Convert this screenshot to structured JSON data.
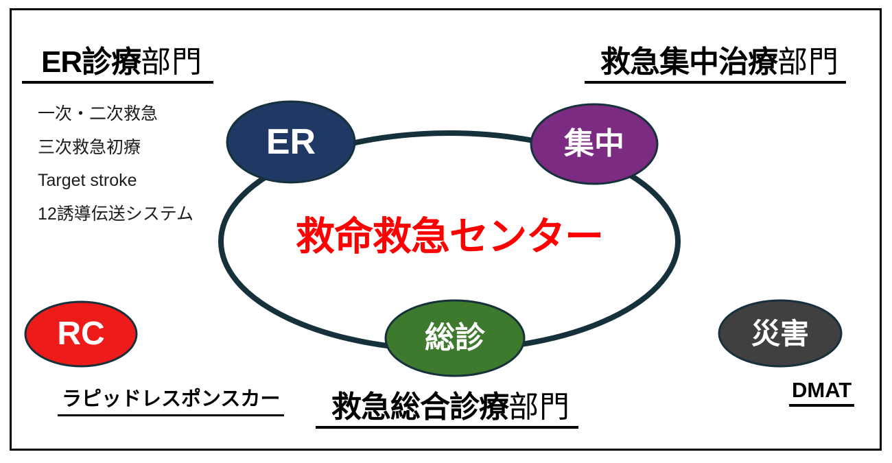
{
  "slide": {
    "background": "#FFFFFF",
    "border_color": "#000000"
  },
  "diagram": {
    "center_title": "救命救急センター",
    "center_title_color": "#FE0000",
    "ring_color": "#16303C",
    "outline_color": "#16303C",
    "nodes": [
      {
        "id": "er",
        "label": "ER",
        "fill": "#1F3864",
        "text_color": "#FFFFFF"
      },
      {
        "id": "intensive-care",
        "label": "集中",
        "fill": "#7C2B82",
        "text_color": "#FFFFFF"
      },
      {
        "id": "general-medicine",
        "label": "総診",
        "fill": "#3E7A2E",
        "text_color": "#FFFFFF"
      },
      {
        "id": "rapid-response-car",
        "label": "RC",
        "fill": "#EE1B1B",
        "text_color": "#FFFFFF"
      },
      {
        "id": "disaster",
        "label": "災害",
        "fill": "#404040",
        "text_color": "#FFFFFF"
      }
    ],
    "sections": {
      "er": {
        "title_bold": "ER診療",
        "title_light": "部門",
        "items": [
          "一次・二次救急",
          "三次救急初療",
          "Target stroke",
          "12誘導伝送システム"
        ]
      },
      "intensive_care": {
        "title_bold": "救急集中治療",
        "title_light": "部門"
      },
      "general_medicine": {
        "title_bold": "救急総合診療",
        "title_light": "部門"
      },
      "rapid_car": {
        "caption": "ラピッドレスポンスカー"
      },
      "disaster": {
        "caption": "DMAT"
      }
    }
  }
}
